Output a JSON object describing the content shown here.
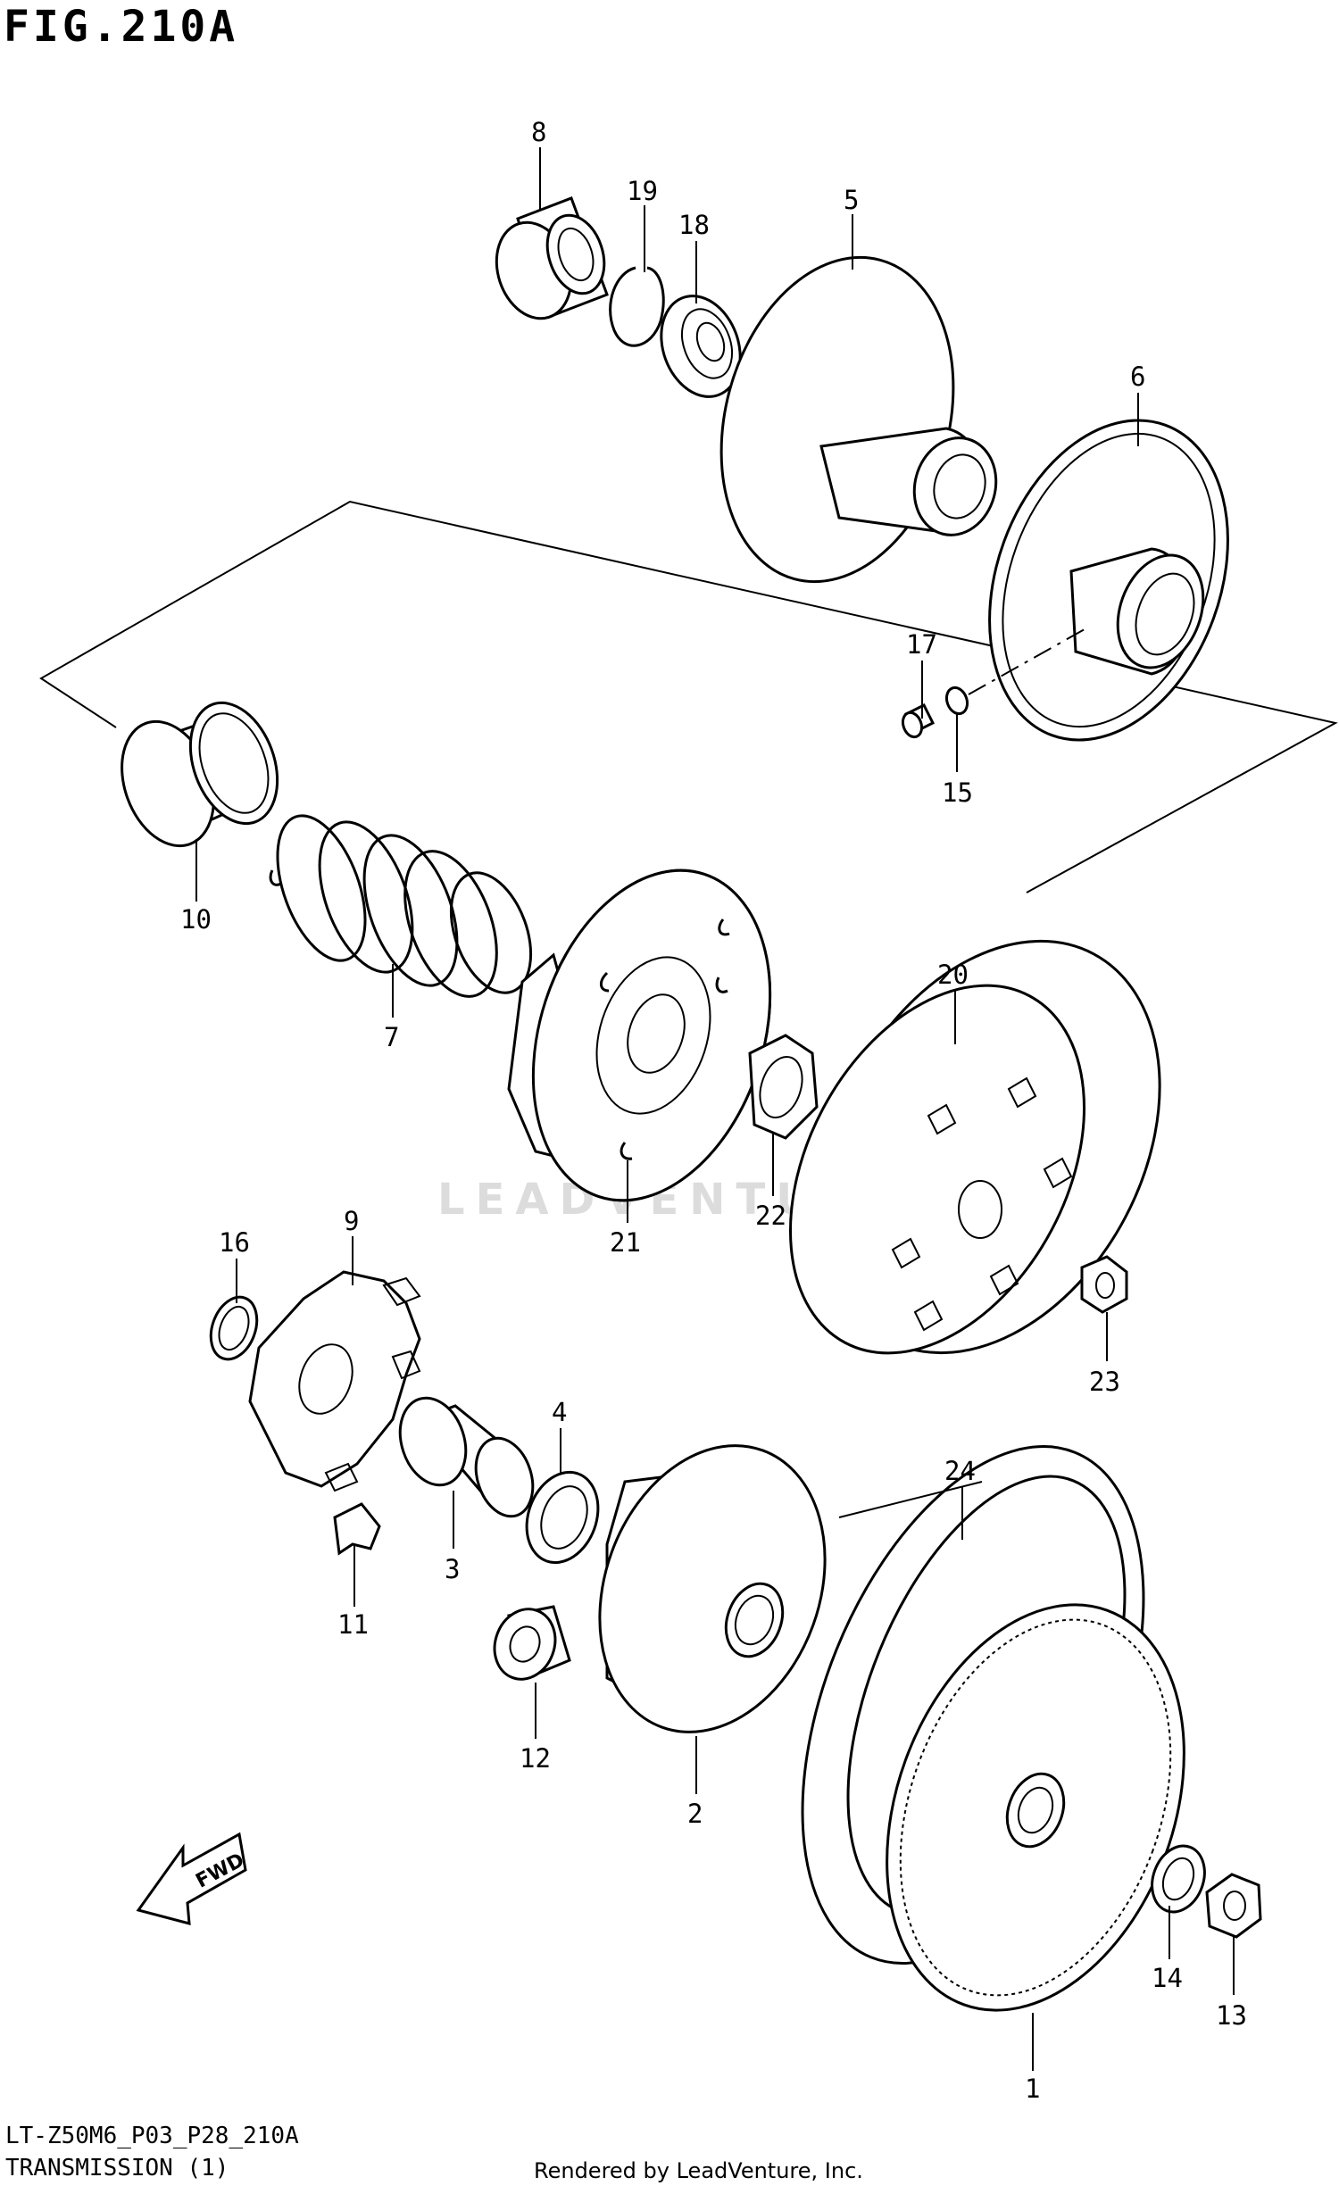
{
  "figure": {
    "title": "FIG.210A",
    "code": "LT-Z50M6_P03_P28_210A",
    "section": "TRANSMISSION (1)",
    "footer": "Rendered by LeadVenture, Inc.",
    "watermark": "LEADVENTURE",
    "fwd_label": "FWD"
  },
  "callouts": [
    "1",
    "2",
    "3",
    "4",
    "5",
    "6",
    "7",
    "8",
    "9",
    "10",
    "11",
    "12",
    "13",
    "14",
    "15",
    "16",
    "17",
    "18",
    "19",
    "20",
    "21",
    "22",
    "23",
    "24"
  ]
}
